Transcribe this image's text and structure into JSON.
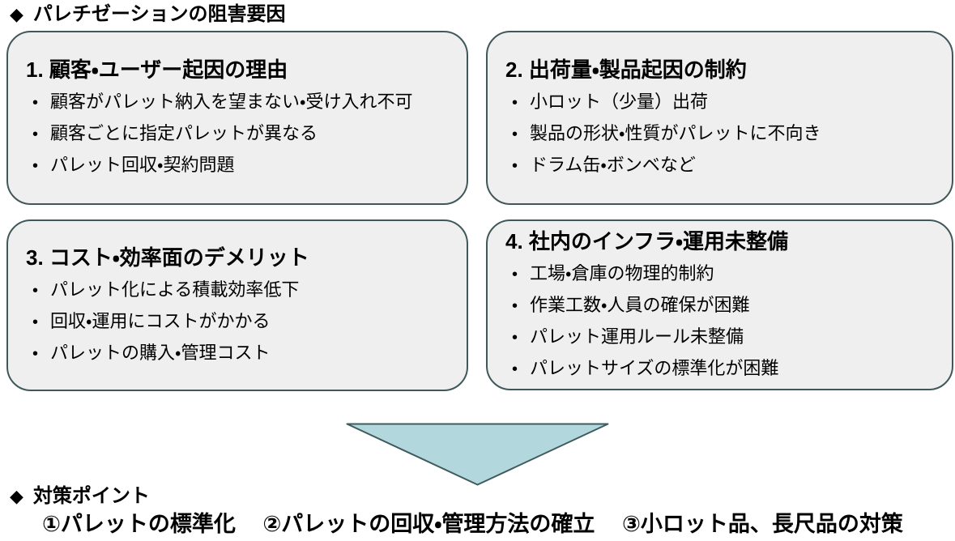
{
  "glyphs": {
    "diamond": "◆",
    "bullet": "•"
  },
  "colors": {
    "background": "#ffffff",
    "text": "#000000",
    "box_fill": "#efefef",
    "box_border": "#40585a",
    "arrow_fill": "#b2d8dd",
    "arrow_border": "#3f5b5e"
  },
  "headings": {
    "obstacles": "パレチゼーションの阻害要因",
    "countermeasures": "対策ポイント"
  },
  "boxes": [
    {
      "title": "1. 顧客・ユーザー起因の理由",
      "bullets": [
        "顧客がパレット納入を望まない・受け入れ不可",
        "顧客ごとに指定パレットが異なる",
        "パレット回収・契約問題"
      ]
    },
    {
      "title": "2. 出荷量・製品起因の制約",
      "bullets": [
        "小ロット（少量）出荷",
        "製品の形状・性質がパレットに不向き",
        "ドラム缶・ボンベなど"
      ]
    },
    {
      "title": "3. コスト・効率面のデメリット",
      "bullets": [
        "パレット化による積載効率低下",
        "回収・運用にコストがかかる",
        "パレットの購入・管理コスト"
      ]
    },
    {
      "title": "4. 社内のインフラ・運用未整備",
      "bullets": [
        "工場・倉庫の物理的制約",
        "作業工数・人員の確保が困難",
        "パレット運用ルール未整備",
        "パレットサイズの標準化が困難"
      ]
    }
  ],
  "footer": {
    "points": [
      "①パレットの標準化",
      "②パレットの回収・管理方法の確立",
      "③小ロット品、長尺品の対策"
    ]
  }
}
